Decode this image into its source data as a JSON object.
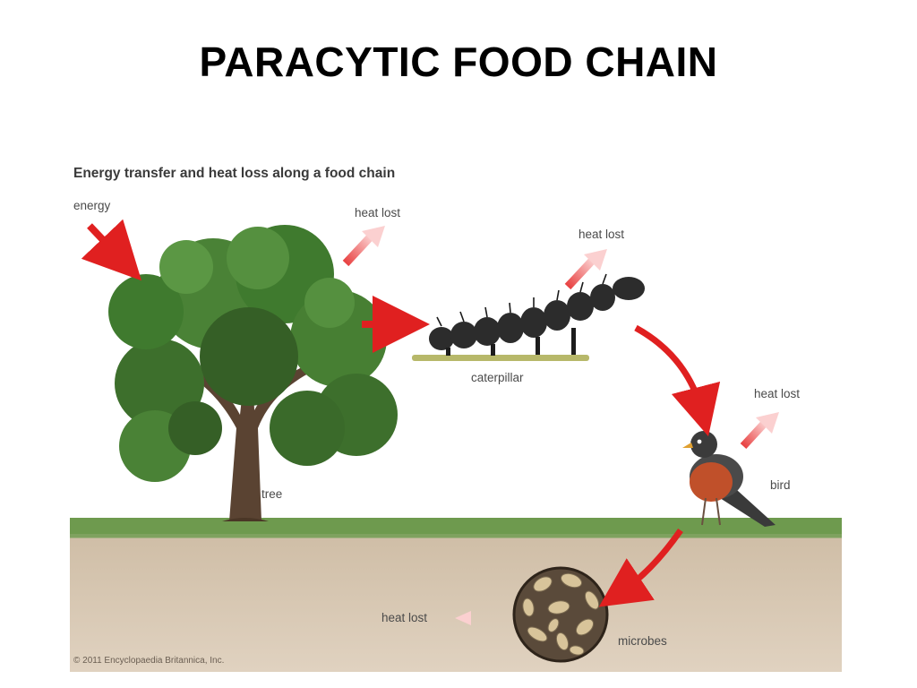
{
  "slide": {
    "title": "PARACYTIC FOOD CHAIN"
  },
  "figure": {
    "title": "Energy transfer and heat loss along a food chain",
    "labels": {
      "energy": "energy",
      "heat_lost_tree": "heat lost",
      "heat_lost_caterpillar": "heat lost",
      "heat_lost_bird": "heat lost",
      "heat_lost_microbes": "heat lost",
      "tree": "tree",
      "caterpillar": "caterpillar",
      "bird": "bird",
      "microbes": "microbes"
    },
    "credit": "© 2011 Encyclopaedia Britannica, Inc.",
    "colors": {
      "energy_arrow": "#e02020",
      "heat_arrow": "#f08a8a",
      "grass": "#6e9a4e",
      "soil": "#d6c6b0",
      "tree_foliage": "#3f7a2e",
      "bird_breast": "#c0502a"
    },
    "organisms": [
      "tree-icon",
      "caterpillar-icon",
      "bird-icon",
      "microbes-icon"
    ]
  }
}
